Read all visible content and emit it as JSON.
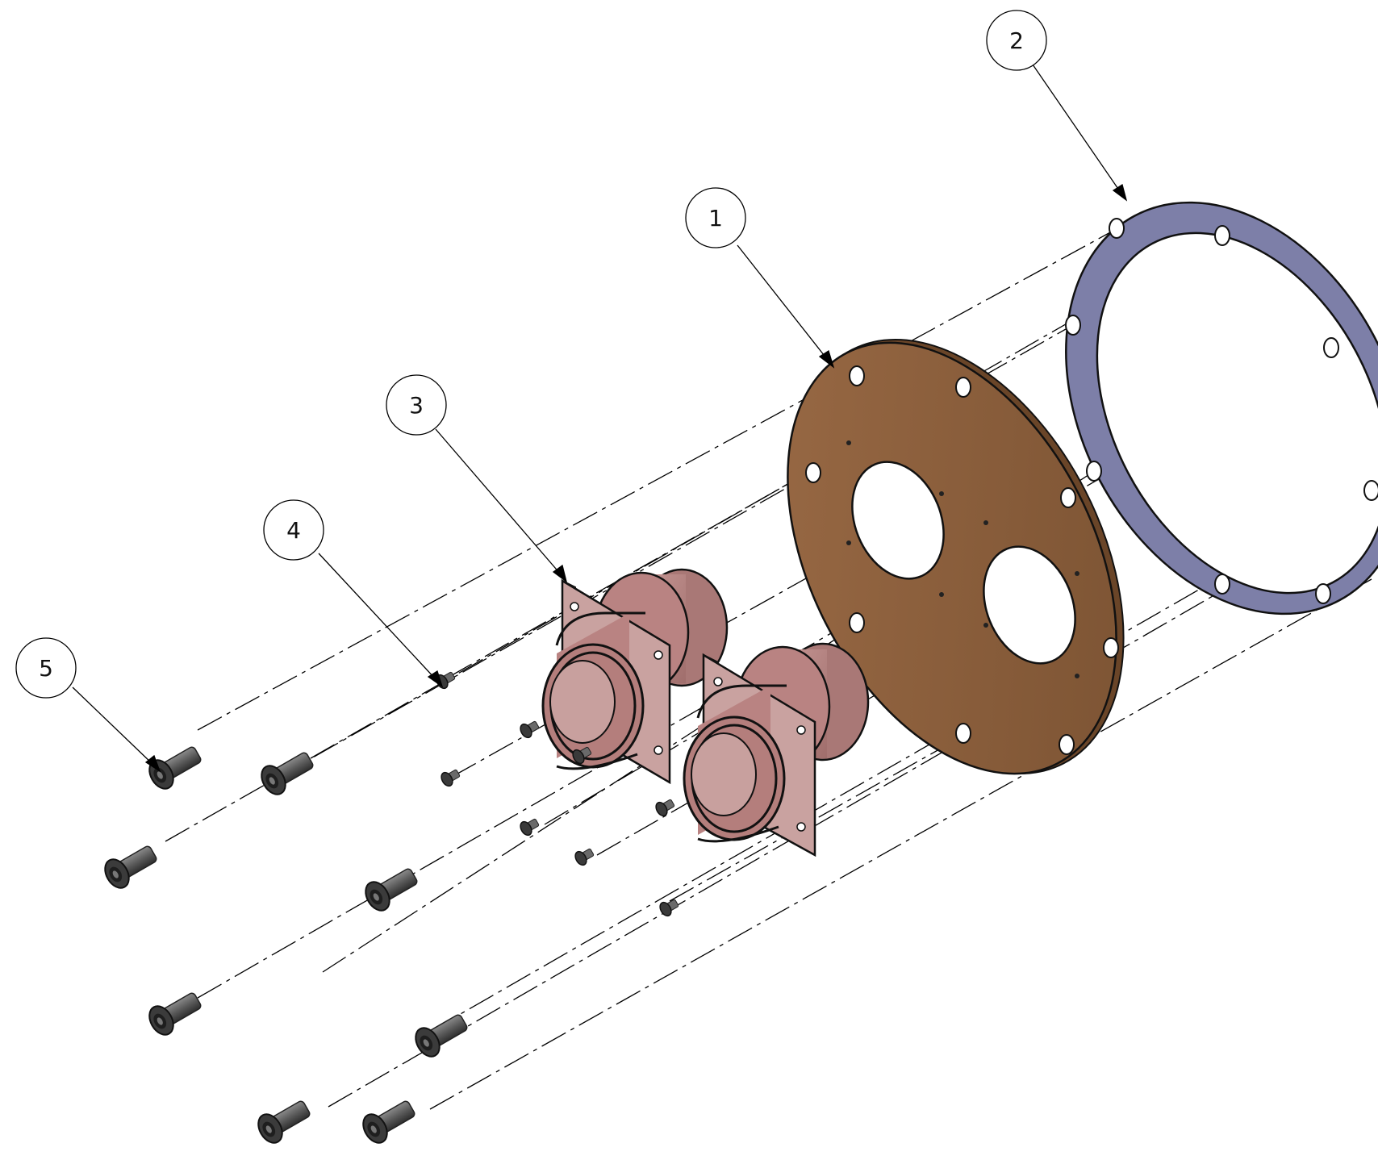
{
  "balloons": [
    {
      "id": "balloon-1",
      "number": "1"
    },
    {
      "id": "balloon-2",
      "number": "2"
    },
    {
      "id": "balloon-3",
      "number": "3"
    },
    {
      "id": "balloon-4",
      "number": "4"
    },
    {
      "id": "balloon-5",
      "number": "5"
    }
  ],
  "colors": {
    "flange_plate": "#8b5e3c",
    "gasket": "#7d7fa8",
    "connector": "#b98382",
    "screw": "#4a4a4a",
    "line": "#000000"
  }
}
